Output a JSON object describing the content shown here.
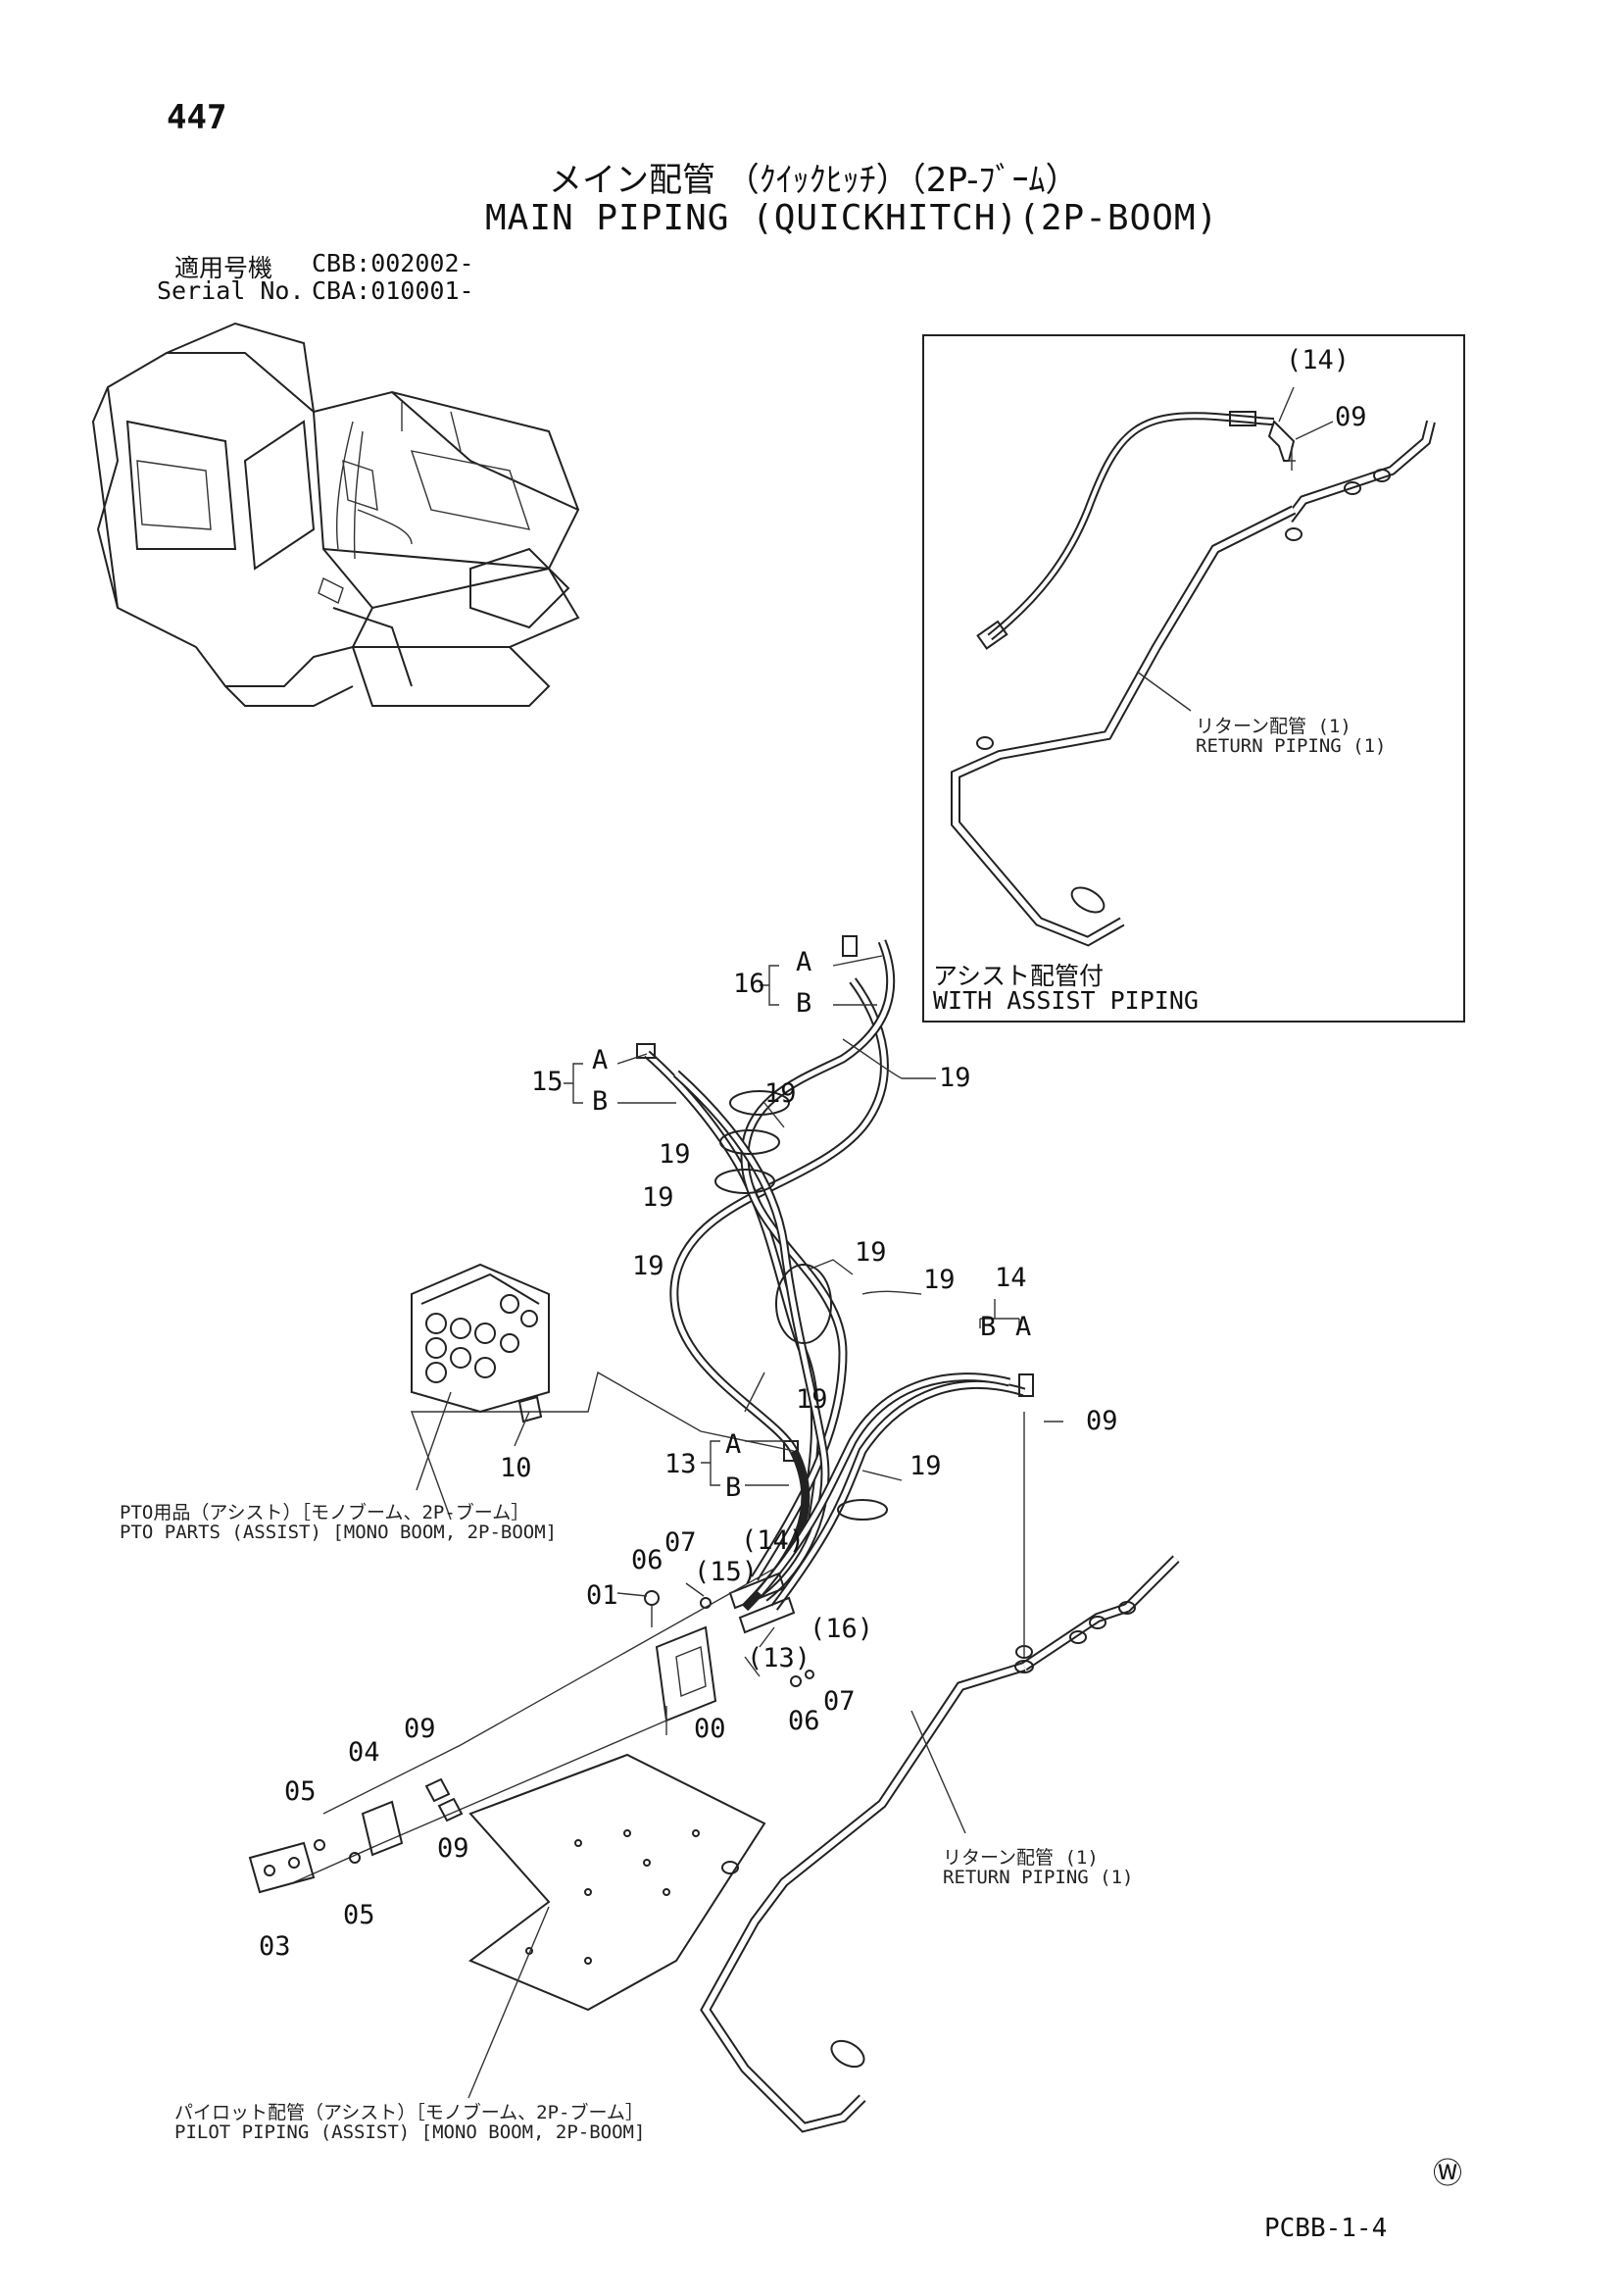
{
  "header": {
    "page_number": "447",
    "title_jp": "メイン配管 （ｸｲｯｸﾋｯﾁ）（2P-ﾌﾞｰﾑ）",
    "title_en": "MAIN PIPING (QUICKHITCH)(2P-BOOM)",
    "applicable_label_jp": "適用号機",
    "applicable_value": "CBB:002002-",
    "serial_label": "Serial No.",
    "serial_value": "CBA:010001-"
  },
  "inset": {
    "label_14": "(14)",
    "label_09": "09",
    "return_jp": "リターン配管 (1)",
    "return_en": "RETURN PIPING (1)",
    "caption_jp": "アシスト配管付",
    "caption_en": "WITH ASSIST PIPING"
  },
  "callouts": {
    "c16": "16",
    "c15": "15",
    "c13": "13",
    "c14": "14",
    "a": "A",
    "b": "B",
    "c19": "19",
    "c09": "09",
    "c10": "10",
    "c01": "01",
    "c06": "06",
    "c07": "07",
    "c15p": "(15)",
    "c14p": "(14)",
    "c16p": "(16)",
    "c13p": "(13)",
    "c00": "00",
    "c04": "04",
    "c05": "05",
    "c03": "03"
  },
  "captions": {
    "pto_jp": "PTO用品（アシスト）［モノブーム、2P-ブーム］",
    "pto_en": "PTO PARTS (ASSIST) [MONO BOOM, 2P-BOOM]",
    "return_jp": "リターン配管 (1)",
    "return_en": "RETURN PIPING (1)",
    "pilot_jp": "パイロット配管（アシスト）［モノブーム、2P-ブーム］",
    "pilot_en": "PILOT PIPING (ASSIST) [MONO BOOM, 2P-BOOM]"
  },
  "footer": {
    "mark": "Ⓦ",
    "code": "PCBB-1-4"
  }
}
